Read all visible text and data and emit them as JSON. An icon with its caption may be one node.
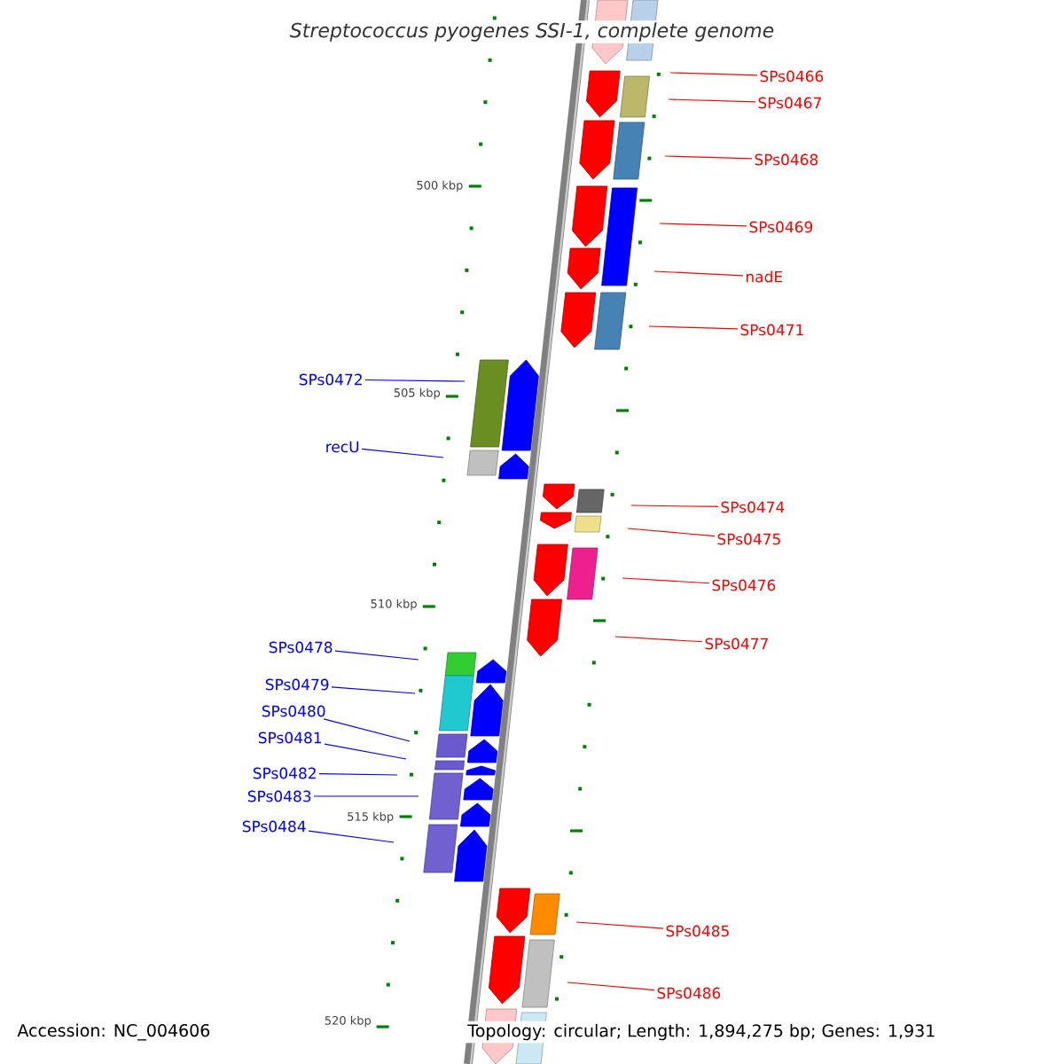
{
  "diagram": {
    "title": "Streptococcus pyogenes SSI-1, complete genome",
    "nodes": [
      {
        "text": [
          "SPs0466"
        ]
      },
      {
        "text": [
          "SPs0467"
        ]
      },
      {
        "text": [
          "SPs0468"
        ]
      },
      {
        "text": [
          "SPs0469"
        ]
      },
      {
        "text": [
          "nadE"
        ]
      },
      {
        "text": [
          "SPs0471"
        ]
      },
      {
        "text": [
          "SPs0472"
        ]
      },
      {
        "text": [
          "recU"
        ]
      },
      {
        "text": [
          "SPs0474"
        ]
      },
      {
        "text": [
          "SPs0475"
        ]
      },
      {
        "text": [
          "SPs0476"
        ]
      },
      {
        "text": [
          "SPs0477"
        ]
      },
      {
        "text": [
          "SPs0478"
        ]
      },
      {
        "text": [
          "SPs0479"
        ]
      },
      {
        "text": [
          "SPs0480"
        ]
      },
      {
        "text": [
          "SPs0481"
        ]
      },
      {
        "text": [
          "SPs0482"
        ]
      },
      {
        "text": [
          "SPs0483"
        ]
      },
      {
        "text": [
          "SPs0484"
        ]
      },
      {
        "text": [
          "SPs0485"
        ]
      },
      {
        "text": [
          "SPs0486"
        ]
      }
    ],
    "edges": [
      {
        "from": 0,
        "to": null,
        "arrow": "none"
      },
      {
        "from": 1,
        "to": null,
        "arrow": "none"
      },
      {
        "from": 2,
        "to": null,
        "arrow": "none"
      },
      {
        "from": 3,
        "to": null,
        "arrow": "none"
      },
      {
        "from": 4,
        "to": null,
        "arrow": "none"
      },
      {
        "from": 5,
        "to": null,
        "arrow": "none"
      },
      {
        "from": 6,
        "to": null,
        "arrow": "none",
        "color": "#0000ff"
      },
      {
        "from": 7,
        "to": null,
        "arrow": "none",
        "color": "#0000ff"
      },
      {
        "from": 8,
        "to": null,
        "arrow": "none"
      },
      {
        "from": 9,
        "to": null,
        "arrow": "none"
      },
      {
        "from": 10,
        "to": null,
        "arrow": "none"
      },
      {
        "from": 11,
        "to": null,
        "arrow": "none"
      },
      {
        "from": 12,
        "to": null,
        "arrow": "none",
        "color": "#0000ff"
      },
      {
        "from": 13,
        "to": null,
        "arrow": "none",
        "color": "#0000ff"
      },
      {
        "from": 14,
        "to": null,
        "arrow": "none",
        "color": "#0000ff"
      },
      {
        "from": 15,
        "to": null,
        "arrow": "none",
        "color": "#0000ff"
      },
      {
        "from": 16,
        "to": null,
        "arrow": "none",
        "color": "#0000ff"
      },
      {
        "from": 17,
        "to": null,
        "arrow": "none",
        "color": "#0000ff"
      },
      {
        "from": 18,
        "to": null,
        "arrow": "none",
        "color": "#0000ff"
      },
      {
        "from": 19,
        "to": null,
        "arrow": "none"
      },
      {
        "from": 20,
        "to": null,
        "arrow": "none"
      }
    ],
    "labels": [
      "500 kbp",
      "505 kbp",
      "510 kbp",
      "515 kbp",
      "520 kbp",
      "Accession: NC_004606",
      "Topology: circular; Length: 1,894,275 bp; Genes: 1,931"
    ]
  }
}
